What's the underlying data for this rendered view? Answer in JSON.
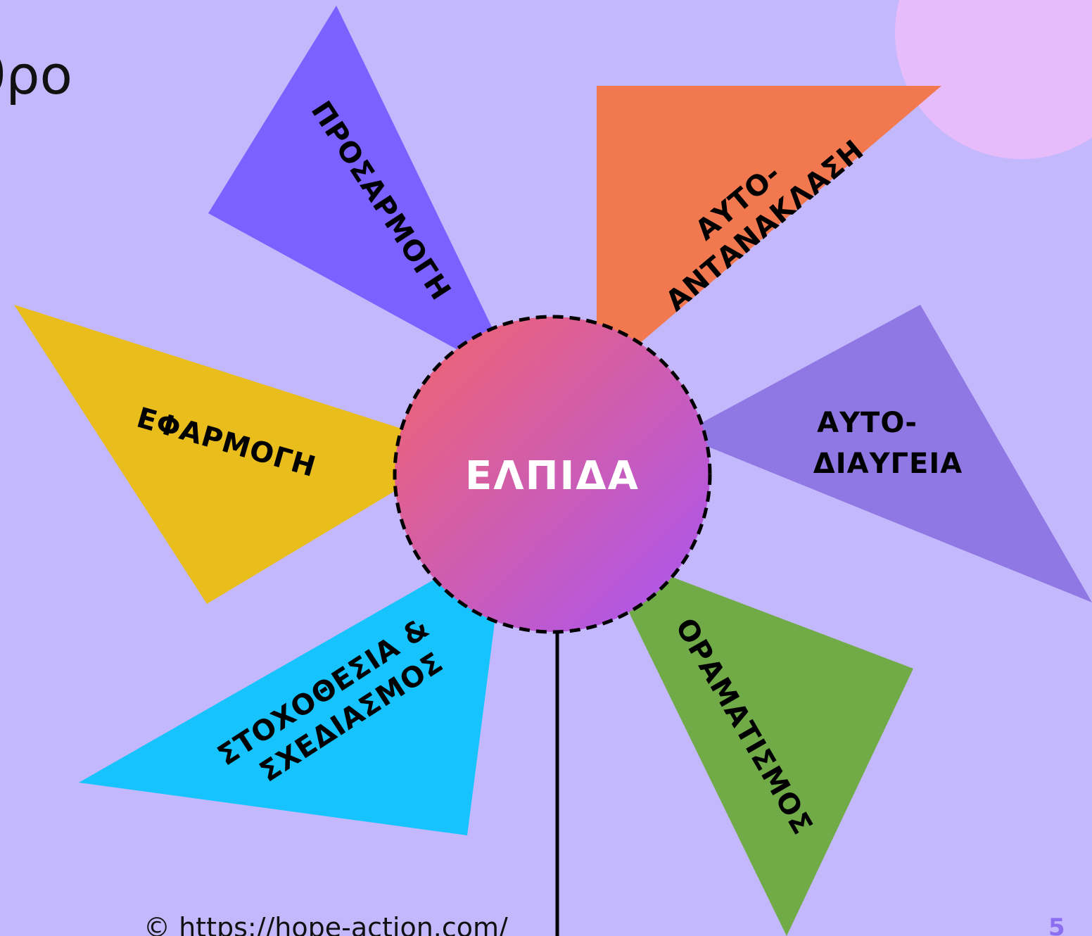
{
  "slide": {
    "title": "ιθρο",
    "footer": "© https://hope-action.com/",
    "page_number": "5"
  },
  "diagram": {
    "center": {
      "label": "ΕΛΠΙΔΑ",
      "gradient": [
        "#f4646a",
        "#a855f7"
      ]
    },
    "petals": [
      {
        "key": "prosarmogi",
        "lines": [
          "ΠΡΟΣΑΡΜΟΓΗ"
        ],
        "color": "#7b61ff"
      },
      {
        "key": "auto_antanaklasi",
        "lines": [
          "ΑΥΤΟ-",
          "ΑΝΤΑΝΑΚΛΑΣΗ"
        ],
        "color": "#f27850"
      },
      {
        "key": "auto_diaygeia",
        "lines": [
          "ΑΥΤΟ-",
          "ΔΙΑΥΓΕΙΑ"
        ],
        "color": "#8f78e3"
      },
      {
        "key": "oramatismos",
        "lines": [
          "ΟΡΑΜΑΤΙΣΜΟΣ"
        ],
        "color": "#70ab48"
      },
      {
        "key": "stoxothesia",
        "lines": [
          "ΣΤΟΧΟΘΕΣΙΑ &",
          "ΣΧΕΔΙΑΣΜΟΣ"
        ],
        "color": "#17c3fd"
      },
      {
        "key": "efarmogi",
        "lines": [
          "ΕΦΑΡΜΟΓΗ"
        ],
        "color": "#e8bd1c"
      }
    ],
    "decor_color": "#e7bcfb",
    "stem_color": "#000000"
  }
}
